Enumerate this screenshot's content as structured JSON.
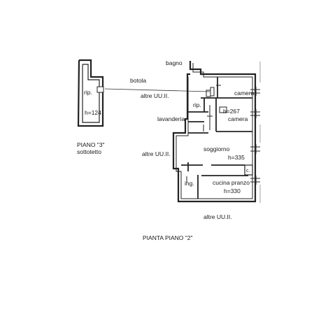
{
  "floor_plan": {
    "title": "PIANTA PIANO \"2\"",
    "upper_floor": {
      "title": "PIANO \"3\"",
      "subtitle": "sottotetto",
      "room_label": "rip.",
      "height": "h=124"
    },
    "annotations": {
      "hatch": "botola"
    },
    "rooms": {
      "bathroom": "bagno",
      "bedroom_1": "camera",
      "storage": "rip.",
      "bedroom_2": "camera",
      "bedroom_height": "h=267",
      "laundry": "lavanderia",
      "living": "soggiorno",
      "living_height": "h=335",
      "entrance": "ing.",
      "kitchen": "cucina pranzo",
      "kitchen_height": "h=330",
      "closet": "c."
    },
    "neighbours": {
      "north": "altre UU.II.",
      "west": "altre UU.II.",
      "south": "altre UU.II."
    }
  }
}
